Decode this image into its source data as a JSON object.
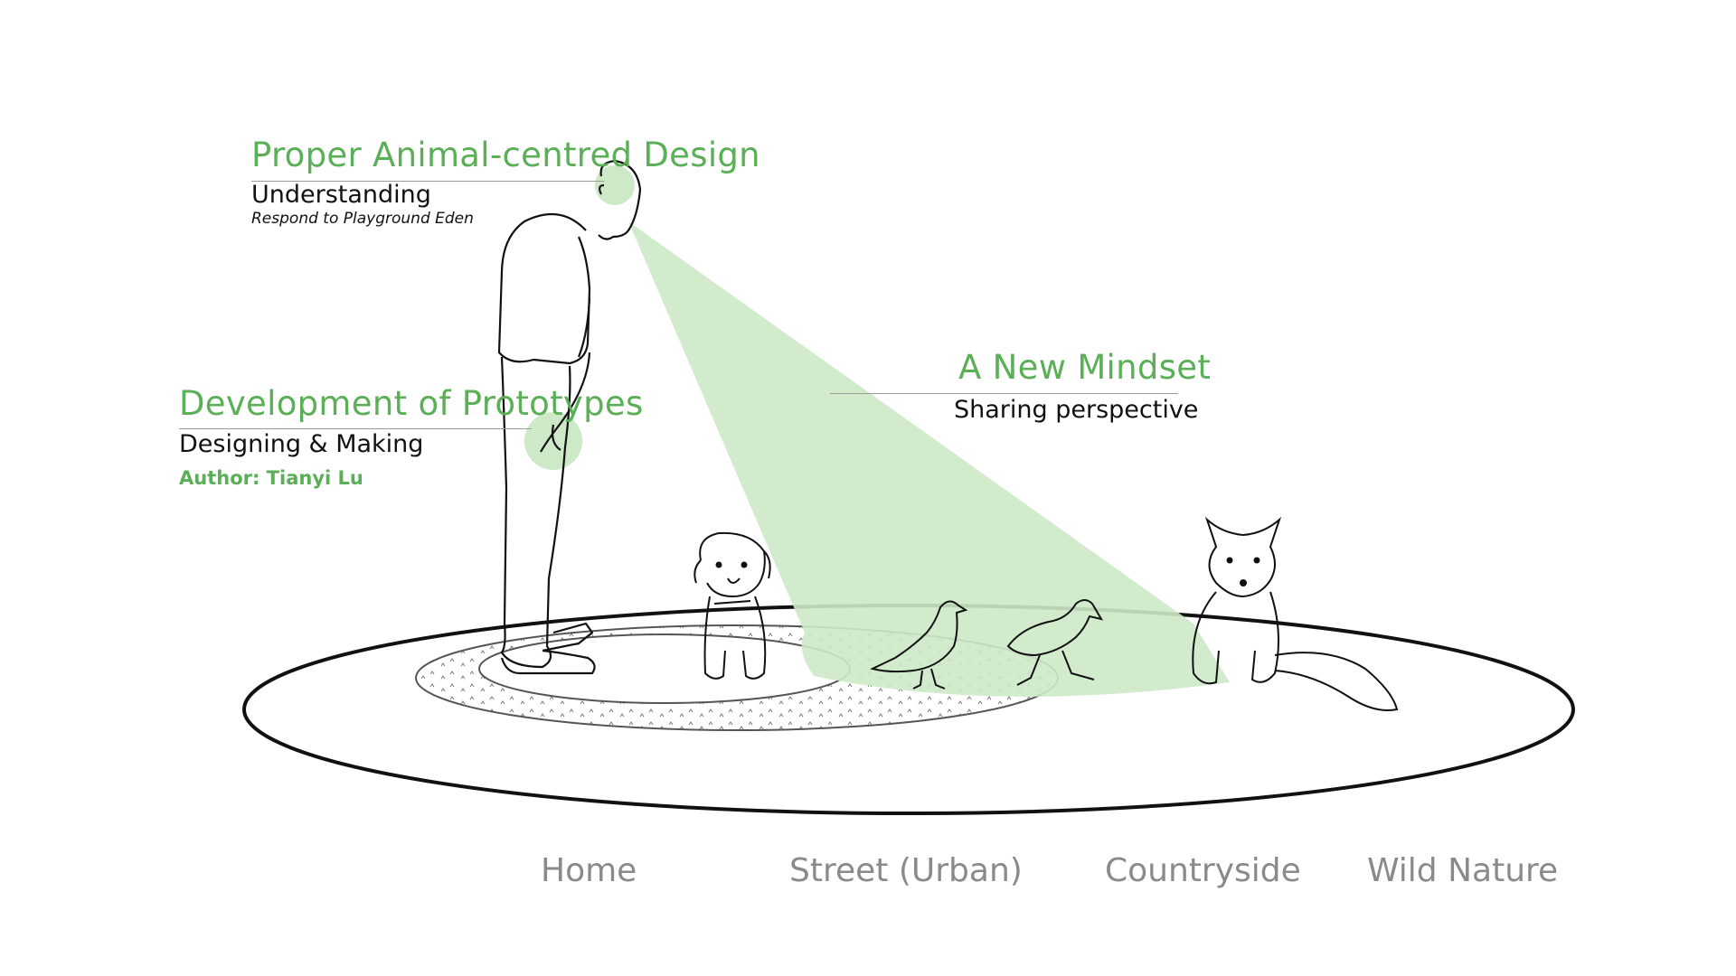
{
  "headings": {
    "design": {
      "title": "Proper Animal-centred Design",
      "sub": "Understanding",
      "note": "Respond to Playground Eden"
    },
    "prototypes": {
      "title": "Development of Prototypes",
      "sub": "Designing & Making",
      "author": "Author: Tianyi Lu"
    },
    "mindset": {
      "title": "A New Mindset",
      "sub": "Sharing perspective"
    }
  },
  "zones": [
    "Home",
    "Street (Urban)",
    "Countryside",
    "Wild Nature"
  ],
  "active_zone_index": 1,
  "colors": {
    "accent_green": "#5aaf57",
    "view_cone": "#cde9c8",
    "zone_gray": "#8a8a8a",
    "ink": "#111111"
  },
  "figures": [
    "person",
    "dog",
    "pigeon",
    "moorhen",
    "fox"
  ]
}
